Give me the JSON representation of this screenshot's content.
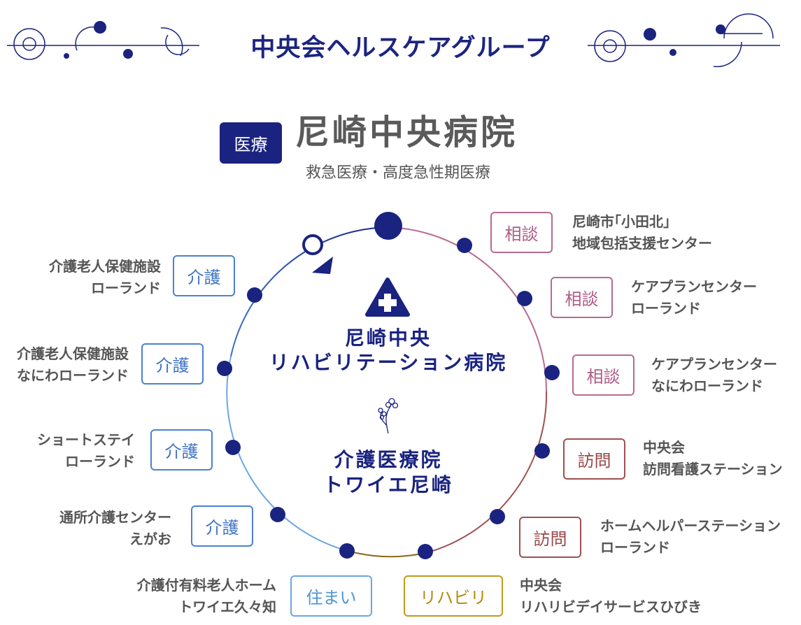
{
  "header": {
    "title": "中央会ヘルスケアグループ"
  },
  "hospital": {
    "badge": "医療",
    "name": "尼崎中央病院",
    "subtitle": "救急医療・高度急性期医療"
  },
  "center": {
    "line1": "尼崎中央",
    "line2": "リハビリテーション病院",
    "line3": "介護医療院",
    "line4": "トワイエ尼崎"
  },
  "facilities": [
    {
      "tag": "相談",
      "name1": "尼崎市｢小田北｣",
      "name2": "地域包括支援センター",
      "color": "#b86a90"
    },
    {
      "tag": "相談",
      "name1": "ケアプランセンター",
      "name2": "ローランド",
      "color": "#b86a90"
    },
    {
      "tag": "相談",
      "name1": "ケアプランセンター",
      "name2": "なにわローランド",
      "color": "#b86a90"
    },
    {
      "tag": "訪問",
      "name1": "中央会",
      "name2": "訪問看護ステーション",
      "color": "#a04f4f"
    },
    {
      "tag": "訪問",
      "name1": "ホームヘルパーステーション",
      "name2": "ローランド",
      "color": "#a04f4f"
    },
    {
      "tag": "リハビリ",
      "name1": "中央会",
      "name2": "リハリビデイサービスひびき",
      "color": "#c29a1c"
    },
    {
      "tag": "住まい",
      "name1": "介護付有料老人ホーム",
      "name2": "トワイエ久々知",
      "color": "#6aa8e0"
    },
    {
      "tag": "介護",
      "name1": "通所介護センター",
      "name2": "えがお",
      "color": "#4a82d0"
    },
    {
      "tag": "介護",
      "name1": "ショートステイ",
      "name2": "ローランド",
      "color": "#4a82d0"
    },
    {
      "tag": "介護",
      "name1": "介護老人保健施設",
      "name2": "なにわローランド",
      "color": "#4a82d0"
    },
    {
      "tag": "介護",
      "name1": "介護老人保健施設",
      "name2": "ローランド",
      "color": "#4a82d0"
    }
  ],
  "colors": {
    "navy": "#1a2380",
    "consult": "#b86a90",
    "visit": "#a04f4f",
    "rehab": "#c29a1c",
    "housing": "#6aa8e0",
    "care": "#4a82d0"
  },
  "icons": [
    "medical-cross-icon",
    "flower-icon",
    "direction-arrow-icon"
  ]
}
